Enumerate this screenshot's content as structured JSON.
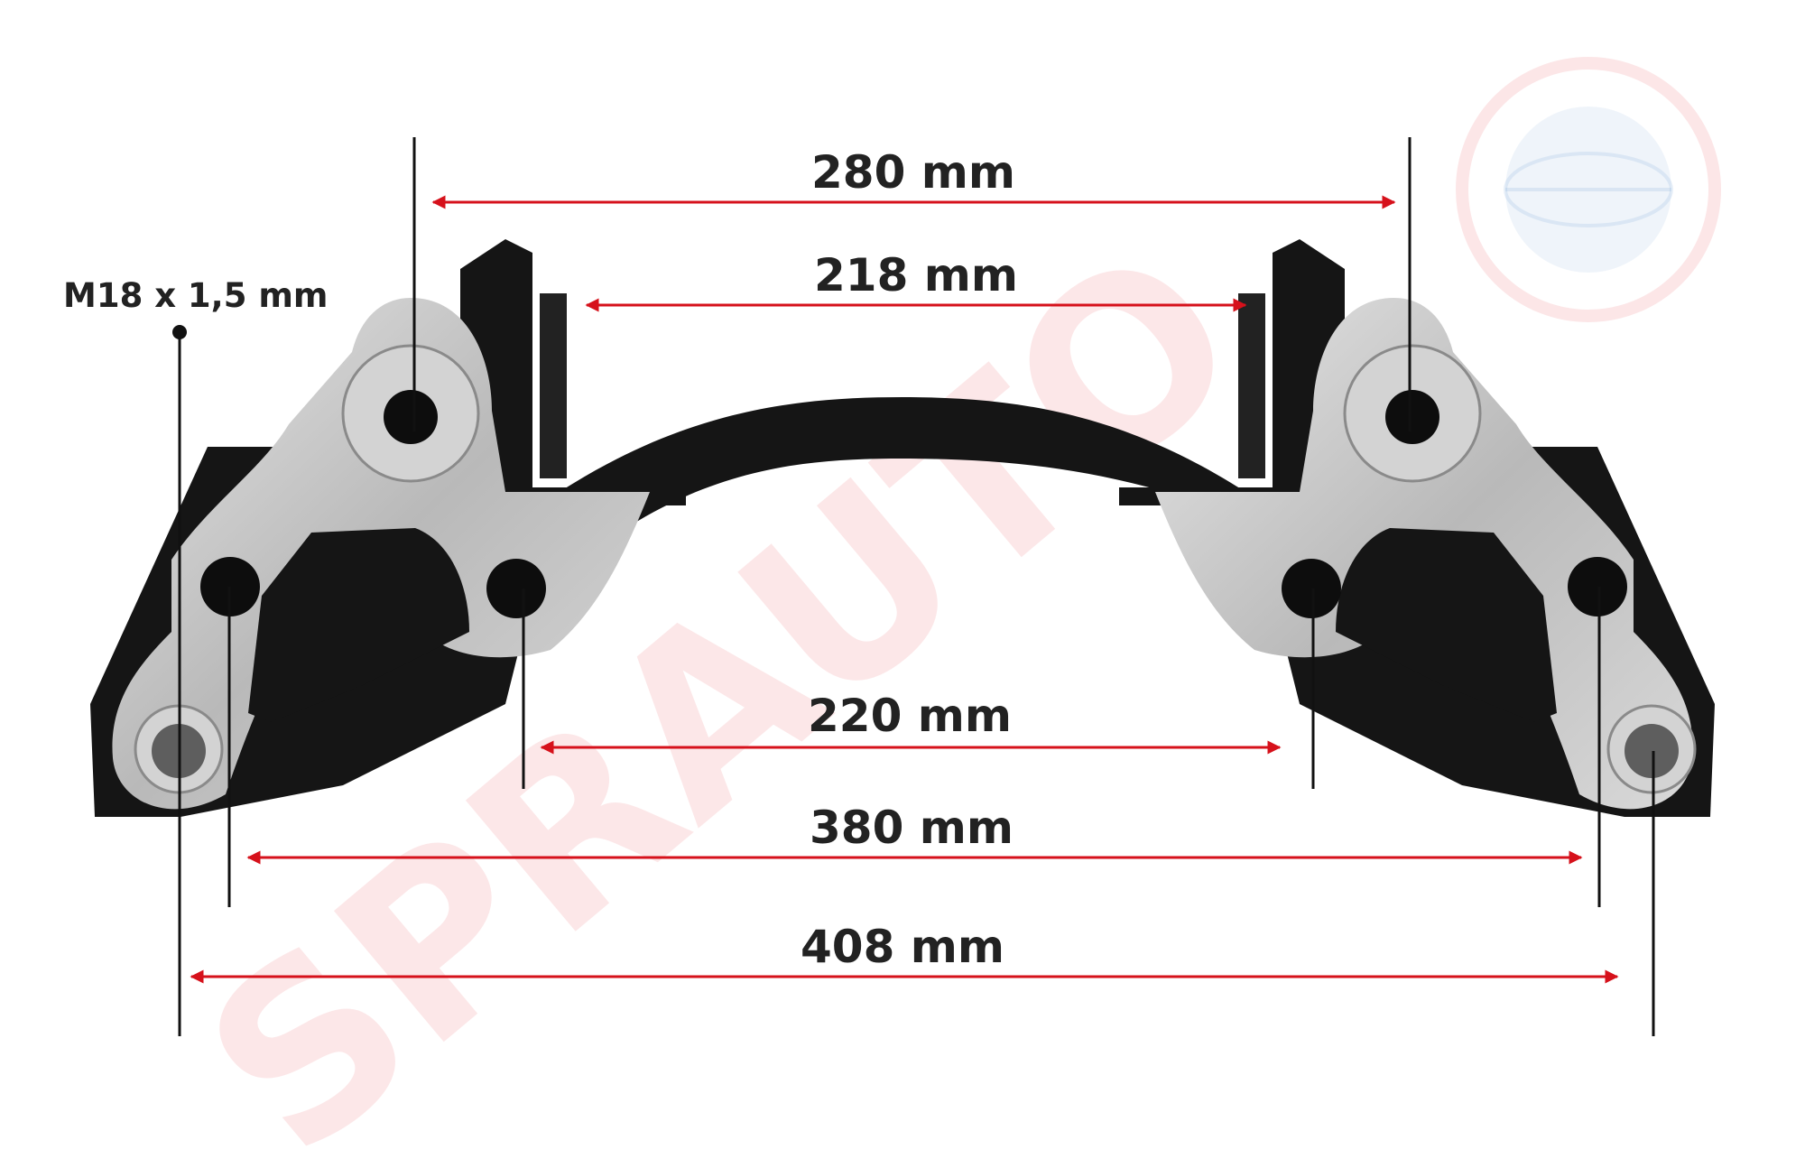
{
  "part": {
    "thread_label": "M18 x 1,5 mm"
  },
  "dimensions": [
    {
      "id": "dim-280",
      "label": "280 mm",
      "value_mm": 280
    },
    {
      "id": "dim-218",
      "label": "218 mm",
      "value_mm": 218
    },
    {
      "id": "dim-220",
      "label": "220 mm",
      "value_mm": 220
    },
    {
      "id": "dim-380",
      "label": "380 mm",
      "value_mm": 380
    },
    {
      "id": "dim-408",
      "label": "408 mm",
      "value_mm": 408
    }
  ],
  "watermark": {
    "text": "SPRAUTO",
    "logo_icon": "globe-logo-icon"
  },
  "colors": {
    "arrow": "#d6111b",
    "guide_line": "#111111",
    "body_dark": "#151515",
    "body_silver": "#c9c9c9",
    "watermark": "#e30613"
  }
}
